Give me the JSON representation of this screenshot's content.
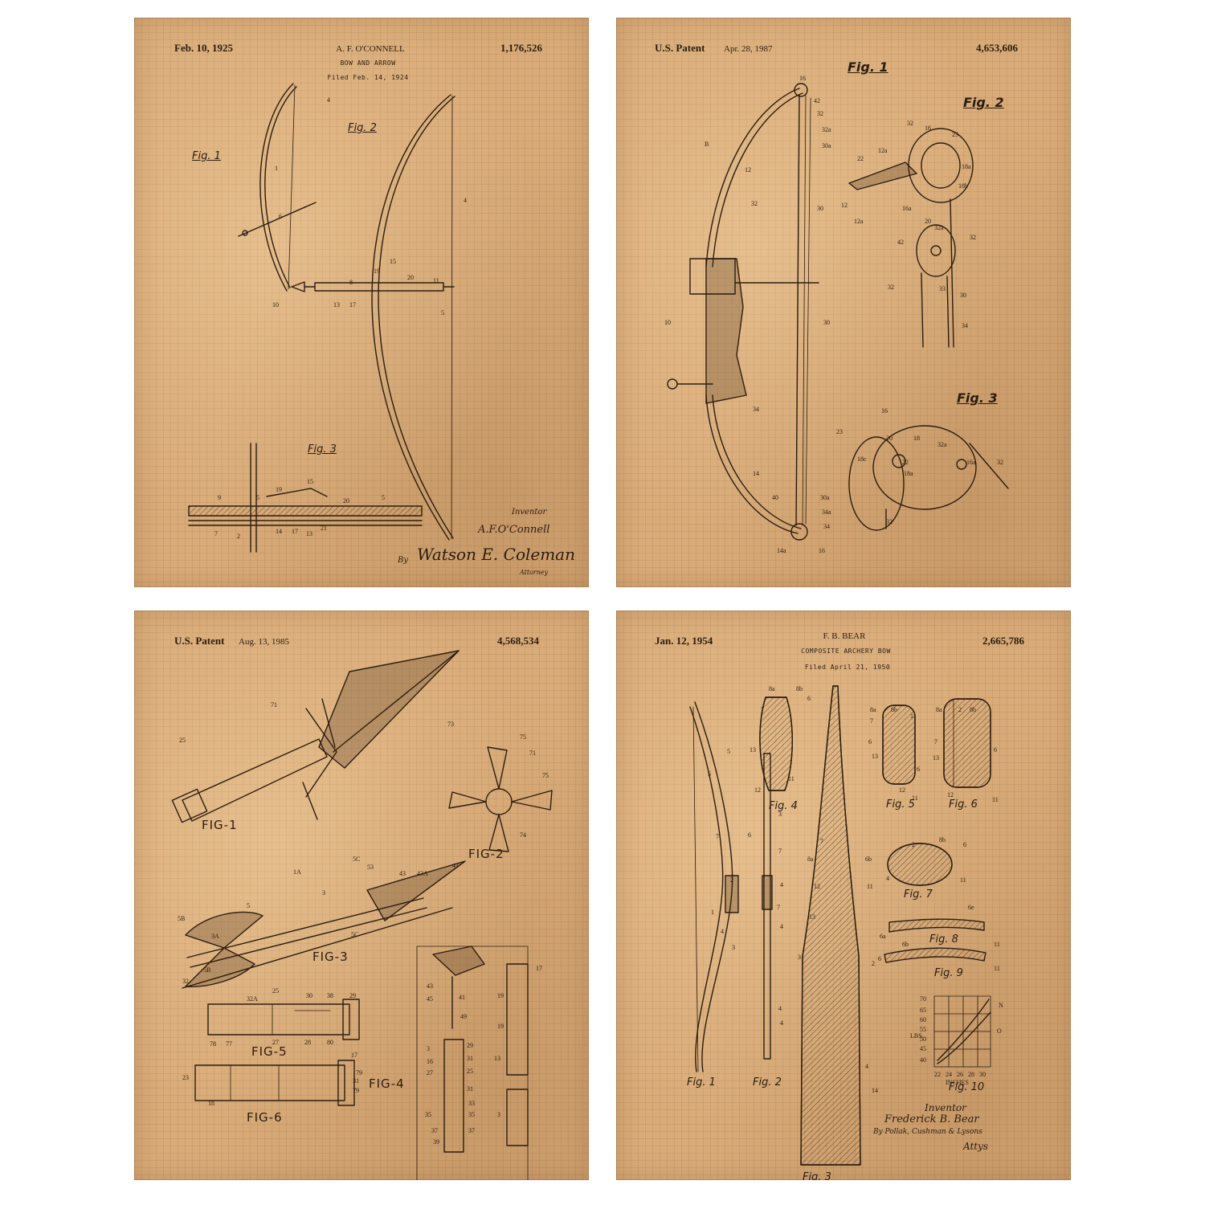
{
  "sheets": [
    {
      "date": "Feb. 10, 1925",
      "inventor": "A. F. O'CONNELL",
      "title": "BOW AND ARROW",
      "filed": "Filed Feb. 14, 1924",
      "number": "1,176,526",
      "figures": [
        "Fig. 1",
        "Fig. 2",
        "Fig. 3"
      ],
      "inventor_label": "Inventor",
      "inventor_signature": "A.F.O'Connell",
      "by": "By",
      "attorney_signature": "Watson E. Coleman",
      "attorney_label": "Attorney"
    },
    {
      "prefix": "U.S. Patent",
      "date": "Apr. 28, 1987",
      "number": "4,653,606",
      "figures": [
        "Fig. 1",
        "Fig. 2",
        "Fig. 3"
      ]
    },
    {
      "prefix": "U.S. Patent",
      "date": "Aug. 13, 1985",
      "number": "4,568,534",
      "figures": [
        "FIG-1",
        "FIG-2",
        "FIG-3",
        "FIG-4",
        "FIG-5",
        "FIG-6"
      ]
    },
    {
      "date": "Jan. 12, 1954",
      "inventor": "F. B. BEAR",
      "title": "COMPOSITE ARCHERY BOW",
      "filed": "Filed April 21, 1950",
      "number": "2,665,786",
      "figures": [
        "Fig. 1",
        "Fig. 2",
        "Fig. 3",
        "Fig. 4",
        "Fig. 5",
        "Fig. 6",
        "Fig. 7",
        "Fig. 8",
        "Fig. 9",
        "Fig. 10"
      ],
      "graph": {
        "y_label": "LBS.",
        "x_label": "INCHES",
        "y_ticks": [
          "70",
          "65",
          "60",
          "55",
          "50",
          "45",
          "40"
        ],
        "x_ticks": [
          "22",
          "24",
          "26",
          "28",
          "30"
        ],
        "curves": [
          "N",
          "O"
        ]
      },
      "inventor_label": "Inventor",
      "inventor_signature": "Frederick B. Bear",
      "attorney_line": "By Pollak, Cushman & Lysons",
      "attorney_label": "Attys"
    }
  ]
}
